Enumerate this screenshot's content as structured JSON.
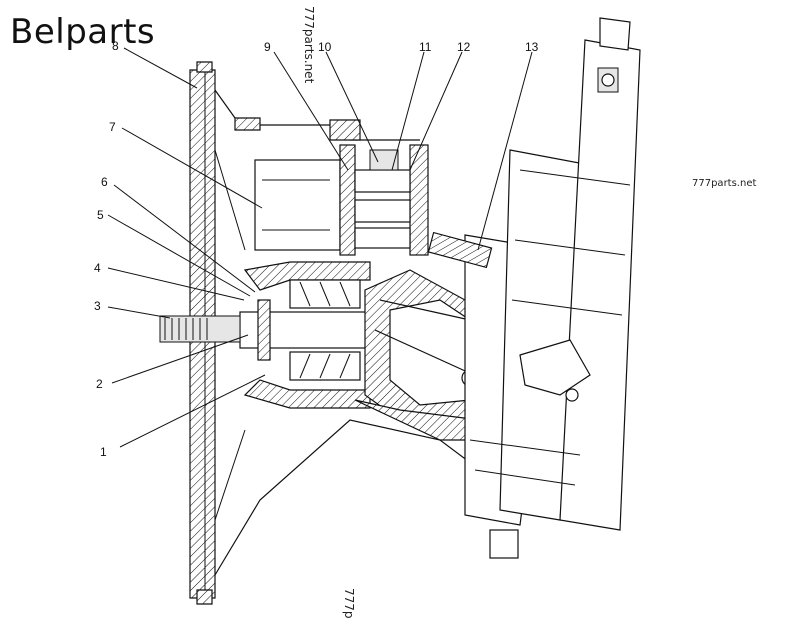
{
  "brand": "Belparts",
  "watermarks": {
    "right": "777parts.net",
    "top": "777parts.net",
    "bottom": "777p"
  },
  "callouts": [
    "1",
    "2",
    "3",
    "4",
    "5",
    "6",
    "7",
    "8",
    "9",
    "10",
    "11",
    "12",
    "13"
  ],
  "colors": {
    "ink": "#111111",
    "paper": "#ffffff",
    "fill": "#e6e6e6"
  }
}
